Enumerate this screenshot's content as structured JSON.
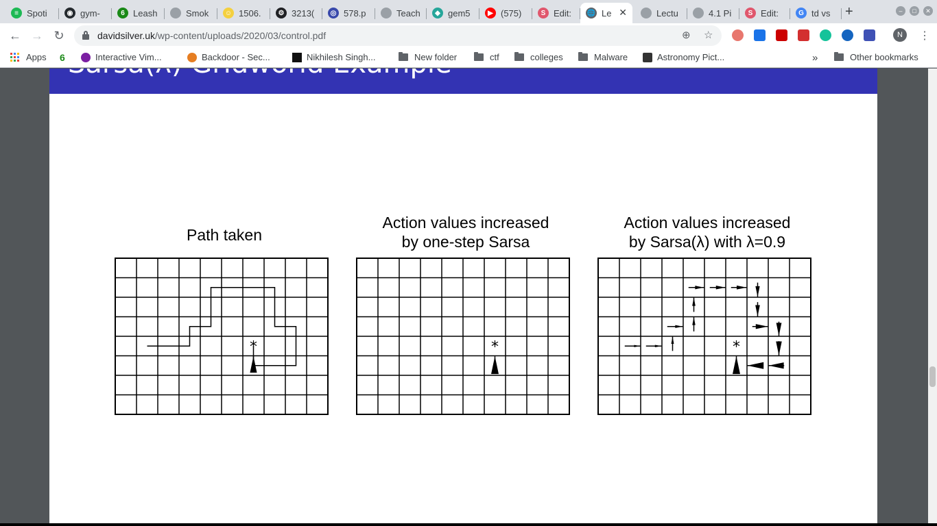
{
  "tabs": [
    {
      "label": "Spoti",
      "color": "#1db954",
      "glyph": "≡"
    },
    {
      "label": "gym-",
      "color": "#24292e",
      "glyph": "◉"
    },
    {
      "label": "Leash",
      "color": "#1a8917",
      "glyph": "6"
    },
    {
      "label": "Smok",
      "color": "#9aa0a6",
      "glyph": ""
    },
    {
      "label": "1506.",
      "color": "#f4d03f",
      "glyph": "☺"
    },
    {
      "label": "3213(",
      "color": "#202124",
      "glyph": "⚙"
    },
    {
      "label": "578.p",
      "color": "#3949ab",
      "glyph": "◎"
    },
    {
      "label": "Teach",
      "color": "#9aa0a6",
      "glyph": ""
    },
    {
      "label": "gem5",
      "color": "#26a69a",
      "glyph": "◆"
    },
    {
      "label": "(575)",
      "color": "#ff0000",
      "glyph": "▶"
    },
    {
      "label": "Edit:",
      "color": "#e0576d",
      "glyph": "S"
    },
    {
      "label": "Le",
      "color": "#5f6368",
      "glyph": "🌐"
    },
    {
      "label": "Lectu",
      "color": "#9aa0a6",
      "glyph": ""
    },
    {
      "label": "4.1 Pi",
      "color": "#9aa0a6",
      "glyph": ""
    },
    {
      "label": "Edit:",
      "color": "#e0576d",
      "glyph": "S"
    },
    {
      "label": "td vs",
      "color": "#4285f4",
      "glyph": "G"
    }
  ],
  "active_tab_close": "✕",
  "new_tab": "+",
  "url": {
    "host": "davidsilver.uk",
    "path": "/wp-content/uploads/2020/03/control.pdf"
  },
  "omnibox_icons": {
    "zoom": "⊕",
    "star": "☆"
  },
  "profile_initial": "N",
  "menu_glyph": "⋮",
  "bookmarks": [
    {
      "label": "Apps"
    },
    {
      "label": ""
    },
    {
      "label": "Interactive Vim..."
    },
    {
      "label": "Backdoor - Sec..."
    },
    {
      "label": "Nikhilesh Singh..."
    },
    {
      "label": "New folder"
    },
    {
      "label": "ctf"
    },
    {
      "label": "colleges"
    },
    {
      "label": "Malware"
    },
    {
      "label": "Astronomy Pict..."
    }
  ],
  "bookmarks_overflow": "»",
  "other_bookmarks": "Other bookmarks",
  "slide": {
    "title": "Sarsa(λ) Gridworld Example",
    "panels": [
      {
        "title_lines": [
          "Path taken"
        ]
      },
      {
        "title_lines": [
          "Action values increased",
          "by one-step Sarsa"
        ]
      },
      {
        "title_lines": [
          "Action values increased",
          "by Sarsa(λ) with λ=0.9"
        ]
      }
    ]
  },
  "gridworld": {
    "columns": 10,
    "rows": 8,
    "goal_cell": [
      6,
      4
    ],
    "goal_glyph": "*",
    "path": [
      [
        1.5,
        4.5
      ],
      [
        3.5,
        4.5
      ],
      [
        3.5,
        3.5
      ],
      [
        4.5,
        3.5
      ],
      [
        4.5,
        1.5
      ],
      [
        7.5,
        1.5
      ],
      [
        7.5,
        3.5
      ],
      [
        8.5,
        3.5
      ],
      [
        8.5,
        5.5
      ],
      [
        6.5,
        5.5
      ],
      [
        6.5,
        4.5
      ]
    ],
    "onestep_arrows": [
      {
        "cell": [
          6,
          5
        ],
        "dir": "up",
        "strength": 1.0
      }
    ],
    "lambda_arrows": [
      {
        "cell": [
          1,
          4
        ],
        "dir": "right",
        "strength": 0.15
      },
      {
        "cell": [
          2,
          4
        ],
        "dir": "right",
        "strength": 0.18
      },
      {
        "cell": [
          3,
          4
        ],
        "dir": "up",
        "strength": 0.22
      },
      {
        "cell": [
          3,
          3
        ],
        "dir": "right",
        "strength": 0.25
      },
      {
        "cell": [
          4,
          3
        ],
        "dir": "up",
        "strength": 0.28
      },
      {
        "cell": [
          4,
          2
        ],
        "dir": "up",
        "strength": 0.3
      },
      {
        "cell": [
          4,
          1
        ],
        "dir": "right",
        "strength": 0.35
      },
      {
        "cell": [
          5,
          1
        ],
        "dir": "right",
        "strength": 0.38
      },
      {
        "cell": [
          6,
          1
        ],
        "dir": "right",
        "strength": 0.42
      },
      {
        "cell": [
          7,
          1
        ],
        "dir": "down",
        "strength": 0.48
      },
      {
        "cell": [
          7,
          2
        ],
        "dir": "down",
        "strength": 0.52
      },
      {
        "cell": [
          7,
          3
        ],
        "dir": "right",
        "strength": 0.58
      },
      {
        "cell": [
          8,
          3
        ],
        "dir": "down",
        "strength": 0.65
      },
      {
        "cell": [
          8,
          4
        ],
        "dir": "down",
        "strength": 0.72
      },
      {
        "cell": [
          8,
          5
        ],
        "dir": "left",
        "strength": 0.8
      },
      {
        "cell": [
          7,
          5
        ],
        "dir": "left",
        "strength": 0.88
      },
      {
        "cell": [
          6,
          5
        ],
        "dir": "up",
        "strength": 1.0
      }
    ]
  }
}
